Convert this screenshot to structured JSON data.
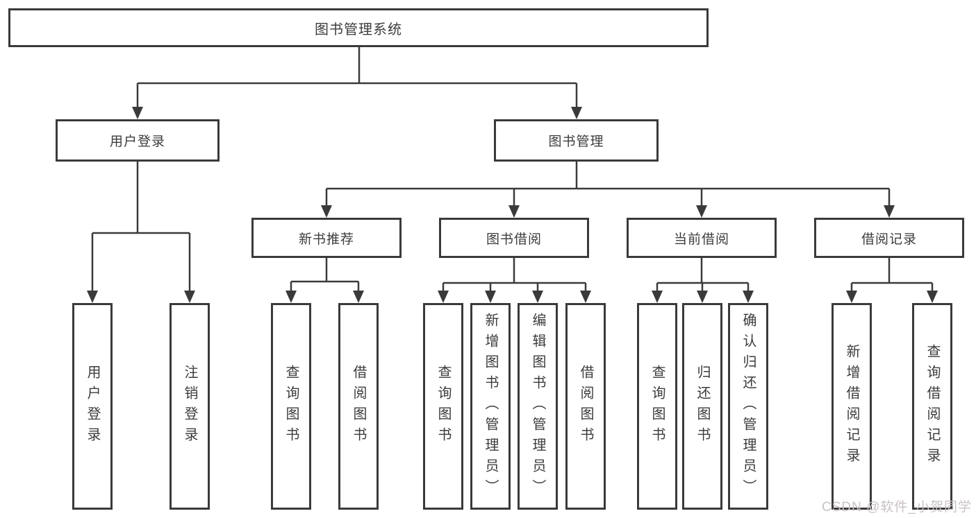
{
  "diagram": {
    "root": {
      "label": "图书管理系统"
    },
    "user_login": {
      "label": "用户登录",
      "children": [
        {
          "label": "用户登录"
        },
        {
          "label": "注销登录"
        }
      ]
    },
    "book_management": {
      "label": "图书管理",
      "sections": [
        {
          "label": "新书推荐",
          "children": [
            {
              "label": "查询图书"
            },
            {
              "label": "借阅图书"
            }
          ]
        },
        {
          "label": "图书借阅",
          "children": [
            {
              "label": "查询图书"
            },
            {
              "label": "新增图书（管理员）"
            },
            {
              "label": "编辑图书（管理员）"
            },
            {
              "label": "借阅图书"
            }
          ]
        },
        {
          "label": "当前借阅",
          "children": [
            {
              "label": "查询图书"
            },
            {
              "label": "归还图书"
            },
            {
              "label": "确认归还（管理员）"
            }
          ]
        },
        {
          "label": "借阅记录",
          "children": [
            {
              "label": "新增借阅记录"
            },
            {
              "label": "查询借阅记录"
            }
          ]
        }
      ]
    }
  },
  "watermark": {
    "text": "CSDN @软件_小贺同学"
  },
  "colors": {
    "line": "#3a3a3a",
    "box_border": "#3a3a3a",
    "text": "#3c3c3c",
    "background": "#ffffff",
    "watermark": "#c9c2c2"
  }
}
